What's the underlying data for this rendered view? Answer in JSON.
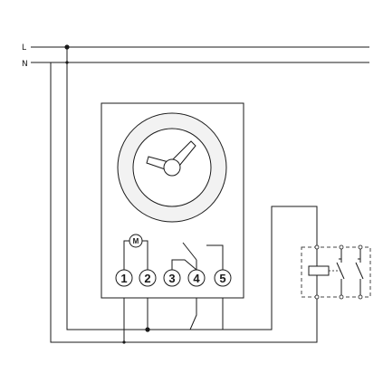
{
  "lines": {
    "line_label": "L",
    "neutral_label": "N"
  },
  "timer": {
    "motor_label": "M",
    "terminals": [
      "1",
      "2",
      "3",
      "4",
      "5"
    ]
  },
  "colors": {
    "stroke": "#1a1a1a",
    "background": "#ffffff",
    "dial_ring": "#d8d8d8",
    "relay_dash": "#444444"
  },
  "icons": {
    "clock": "clock-dial-icon",
    "motor": "motor-icon",
    "relay_coil": "relay-coil-icon"
  }
}
